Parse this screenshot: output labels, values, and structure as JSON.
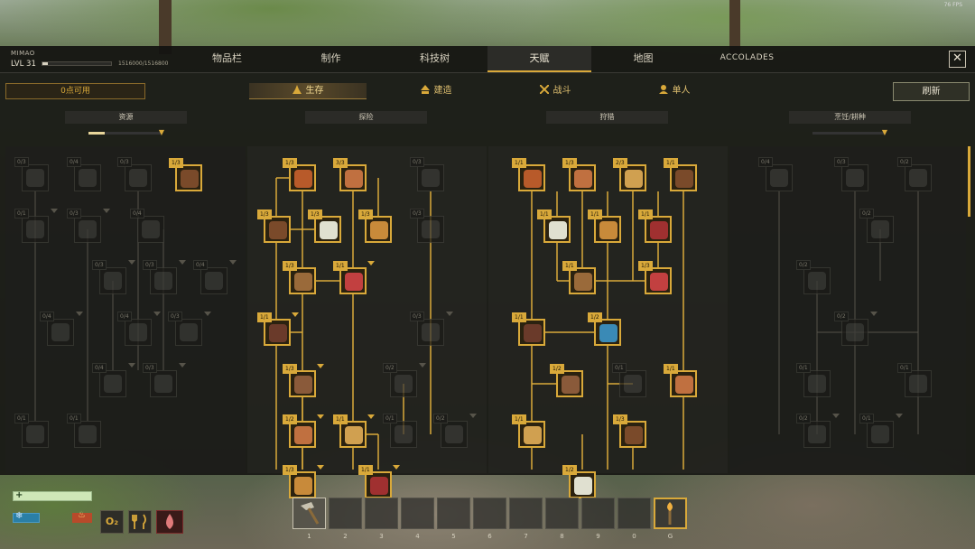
{
  "hud_top": {
    "fps": "76 FPS"
  },
  "player": {
    "name": "MIMAO",
    "level": "LVL 31",
    "xp": "1516000/1516800"
  },
  "tabs": [
    {
      "label": "物品栏"
    },
    {
      "label": "制作"
    },
    {
      "label": "科技树"
    },
    {
      "label": "天赋",
      "active": true
    },
    {
      "label": "地图"
    },
    {
      "label": "ACCOLADES"
    }
  ],
  "close_label": "✕",
  "points_label": "0点可用",
  "categories": [
    {
      "label": "生存",
      "icon": "survival-icon",
      "active": true
    },
    {
      "label": "建造",
      "icon": "construction-icon"
    },
    {
      "label": "战斗",
      "icon": "combat-icon"
    },
    {
      "label": "单人",
      "icon": "solo-icon"
    }
  ],
  "refresh_label": "刷新",
  "sections": [
    {
      "label": "资源"
    },
    {
      "label": "探险"
    },
    {
      "label": "狩猎"
    },
    {
      "label": "烹饪/耕种"
    }
  ],
  "talents": {
    "col1": [
      "0/3",
      "0/4",
      "0/3",
      "1/3",
      "0/1",
      "0/3",
      "0/4",
      "0/3",
      "0/3",
      "0/4",
      "0/4",
      "0/4",
      "0/3",
      "0/4",
      "0/3",
      "0/1",
      "0/1"
    ],
    "col2": [
      "1/3",
      "3/3",
      "0/3",
      "1/3",
      "1/3",
      "1/3",
      "0/3",
      "1/3",
      "1/1",
      "1/1",
      "0/3",
      "1/3",
      "0/2",
      "1/2",
      "1/1",
      "0/1",
      "0/2",
      "1/3",
      "1/1"
    ],
    "col3": [
      "1/1",
      "1/3",
      "2/3",
      "1/1",
      "1/1",
      "1/1",
      "1/1",
      "1/1",
      "1/3",
      "1/1",
      "1/2",
      "1/2",
      "0/1",
      "1/1",
      "1/1",
      "1/3",
      "1/2"
    ],
    "col4": [
      "0/4",
      "0/3",
      "0/2",
      "0/2",
      "0/2",
      "0/2",
      "0/1",
      "0/1",
      "0/2",
      "0/1"
    ]
  },
  "hud": {
    "oxygen": "O₂"
  },
  "hotbar": [
    "1",
    "2",
    "3",
    "4",
    "5",
    "6",
    "7",
    "8",
    "9",
    "0",
    "G"
  ],
  "colors": {
    "accent": "#d9a93a",
    "panel": "#161613"
  }
}
